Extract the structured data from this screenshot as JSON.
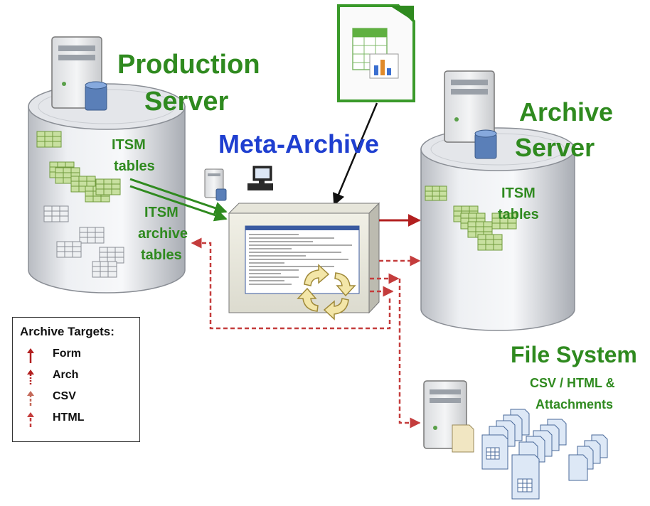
{
  "production": {
    "title_line1": "Production",
    "title_line2": "Server",
    "tables_line1": "ITSM",
    "tables_line2": "tables",
    "archive_line1": "ITSM",
    "archive_line2": "archive",
    "archive_line3": "tables"
  },
  "meta": {
    "title": "Meta-Archive"
  },
  "archive": {
    "title_line1": "Archive",
    "title_line2": "Server",
    "tables_line1": "ITSM",
    "tables_line2": "tables"
  },
  "filesystem": {
    "title": "File System",
    "sub1": "CSV / HTML &",
    "sub2": "Attachments"
  },
  "legend": {
    "title": "Archive Targets:",
    "items": [
      {
        "label": "Form"
      },
      {
        "label": "Arch"
      },
      {
        "label": "CSV"
      },
      {
        "label": "HTML"
      }
    ]
  },
  "colors": {
    "green": "#2f8a1f",
    "blue": "#1f3fd0",
    "red": "#b21f1f",
    "dashred": "#c43c3c"
  }
}
